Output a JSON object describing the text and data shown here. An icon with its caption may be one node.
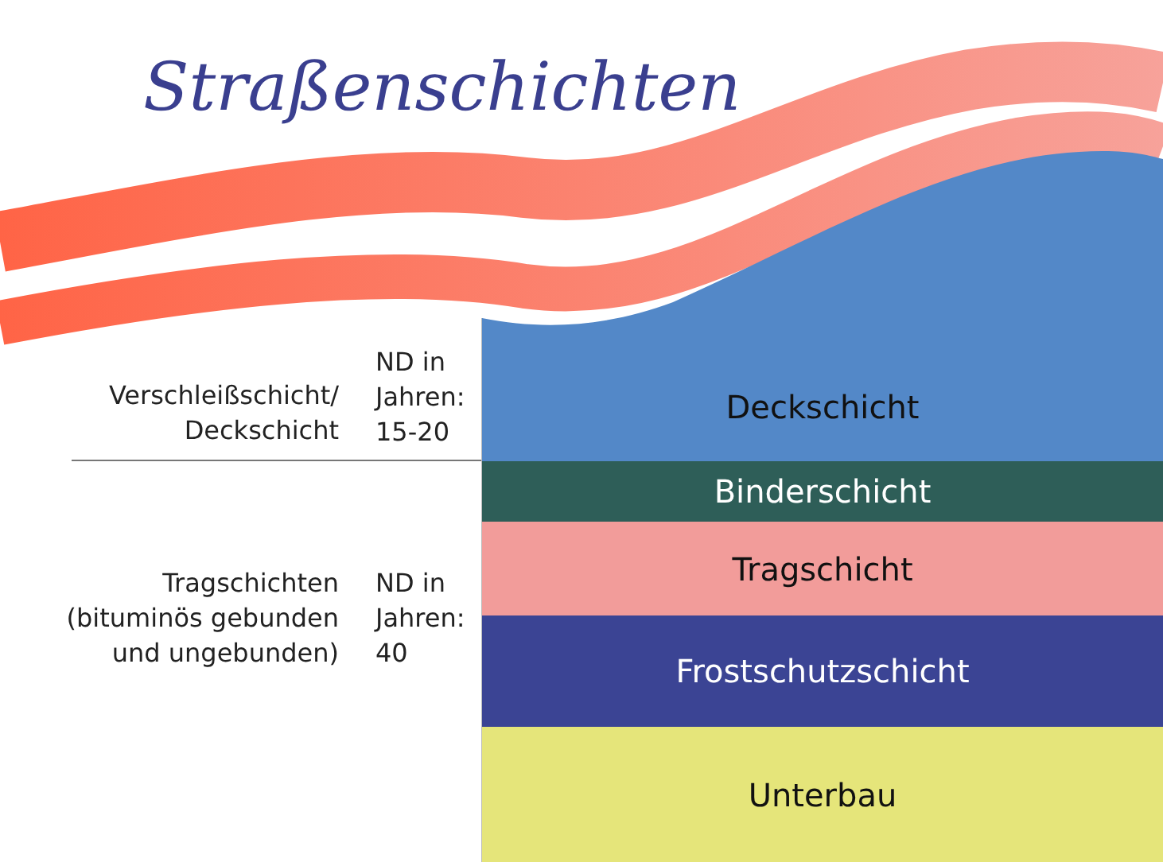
{
  "diagram": {
    "title": "Straßenschichten",
    "nodes": [
      {
        "text": [
          "Deckschicht"
        ]
      },
      {
        "text": [
          "Binderschicht"
        ]
      },
      {
        "text": [
          "Tragschicht"
        ]
      },
      {
        "text": [
          "Frostschutzschicht"
        ]
      },
      {
        "text": [
          "Unterbau"
        ]
      }
    ],
    "labels": [
      "Verschleißschicht/ Deckschicht",
      "ND in Jahren: 15-20",
      "Tragschichten (bituminös gebunden und ungebunden)",
      "ND in Jahren: 40"
    ]
  }
}
